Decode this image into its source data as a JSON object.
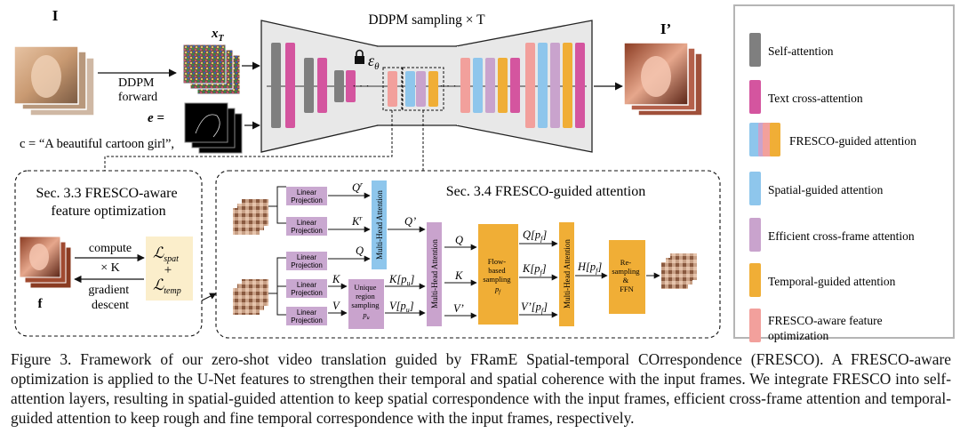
{
  "colors": {
    "self_attention": "#7f7f7f",
    "text_cross_attention": "#d4559f",
    "spatial_guided": "#8ec6ec",
    "efficient_cross_frame": "#c9a3cd",
    "temporal_guided": "#f0ae36",
    "aware_optimization": "#f2a09c",
    "linear_projection": "#c9a8d0",
    "loss_box": "#fbeecb"
  },
  "top": {
    "input_label": "I",
    "noise_label": "x",
    "noise_sub": "T",
    "ddpm_forward": [
      "DDPM",
      "forward"
    ],
    "edge_label": "e =",
    "prompt": "c = “A beautiful cartoon girl”,",
    "unet_title": "DDPM sampling × T",
    "eps_label": "ε",
    "eps_sub": "θ",
    "dots_left": "· · ·",
    "dots_right": "· · ·",
    "output_label": "I’"
  },
  "legend": [
    {
      "name": "self-attention",
      "label": "Self-attention",
      "color": "#7f7f7f"
    },
    {
      "name": "text-cross-attention",
      "label": "Text cross-attention",
      "color": "#d4559f"
    },
    {
      "name": "fresco-guided-attention",
      "label": "FRESCO-guided attention",
      "color": "multi"
    },
    {
      "name": "spatial-guided-attention",
      "label": "Spatial-guided attention",
      "color": "#8ec6ec"
    },
    {
      "name": "efficient-cross-frame-attention",
      "label": "Efficient cross-frame attention",
      "color": "#c9a3cd"
    },
    {
      "name": "temporal-guided-attention",
      "label": "Temporal-guided attention",
      "color": "#f0ae36"
    },
    {
      "name": "fresco-aware-feature-optimization",
      "label": [
        "FRESCO-aware feature",
        "optimization"
      ],
      "color": "#f2a09c"
    }
  ],
  "sec33": {
    "title": [
      "Sec. 3.3 FRESCO-aware",
      "feature optimization"
    ],
    "compute": "compute",
    "times_k": "× K",
    "gradient": [
      "gradient",
      "descent"
    ],
    "loss_spat": "ℒ",
    "loss_spat_sub": "spat",
    "plus": "+",
    "loss_temp": "ℒ",
    "loss_temp_sub": "temp",
    "f_label": "f"
  },
  "sec34": {
    "title": "Sec. 3.4 FRESCO-guided attention",
    "linear_projection": [
      "Linear",
      "Projection"
    ],
    "mha_label": "Multi-Head Attention",
    "sampling_box": [
      "Unique",
      "region",
      "sampling",
      "p"
    ],
    "sampling_sub": "u",
    "flow_box": [
      "Flow-",
      "based",
      "sampling",
      "p"
    ],
    "flow_sub": "f",
    "resample_box": [
      "Re-",
      "sampling",
      "&",
      "FFN"
    ],
    "labels": {
      "qr": "Q",
      "qr_sup": "r",
      "kr": "K",
      "kr_sup": "r",
      "qprime": "Q’",
      "q": "Q",
      "k": "K",
      "v": "V",
      "kpu": "K[p",
      "kpu_sub": "u",
      "close": "]",
      "vpu": "V[p",
      "vpu_sub": "u",
      "vprime": "V’",
      "qpf": "Q[p",
      "qpf_sub": "f",
      "kpf": "K[p",
      "kpf_sub": "f",
      "vpf": "V’[p",
      "vpf_sub": "f",
      "hpf": "H[p",
      "hpf_sub": "f"
    }
  },
  "caption": {
    "parts": [
      "Figure 3.  Framework of our zero-shot video translation guided by FRamE Spatial-temporal COrrespondence (",
      "FRESCO",
      "). A ",
      "FRESCO",
      "-aware optimization is applied to the U-Net features to strengthen their temporal and spatial coherence with the input frames. We integrate ",
      "FRESCO",
      " into self-attention layers, resulting in spatial-guided attention to keep spatial correspondence with the input frames, efficient cross-frame attention and temporal-guided attention to keep rough and fine temporal correspondence with the input frames, respectively."
    ]
  }
}
